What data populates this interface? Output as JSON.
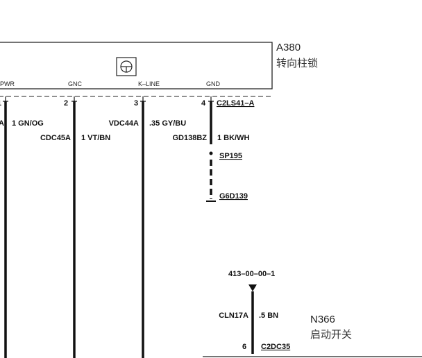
{
  "module_a": {
    "code": "A380",
    "name_cn": "转向柱锁",
    "pins": [
      "PWR",
      "GNC",
      "K–LINE",
      "GND"
    ],
    "pin_numbers": [
      "1",
      "2",
      "3",
      "4"
    ],
    "connector": "C2LS41–A"
  },
  "wires": {
    "w1": {
      "circuit": "A",
      "color": "1 GN/OG"
    },
    "w2": {
      "circuit": "CDC45A",
      "color": "1 VT/BN"
    },
    "w3": {
      "circuit": "VDC44A",
      "color": ".35 GY/BU"
    },
    "w4": {
      "circuit": "GD138BZ",
      "color": "1 BK/WH"
    }
  },
  "ground": {
    "splice": "SP195",
    "point": "G6D139"
  },
  "module_n": {
    "code": "N366",
    "name_cn": "启动开关",
    "ref": "413–00–00–1",
    "circuit": "CLN17A",
    "color": ".5 BN",
    "pin": "6",
    "connector": "C2DC35"
  }
}
